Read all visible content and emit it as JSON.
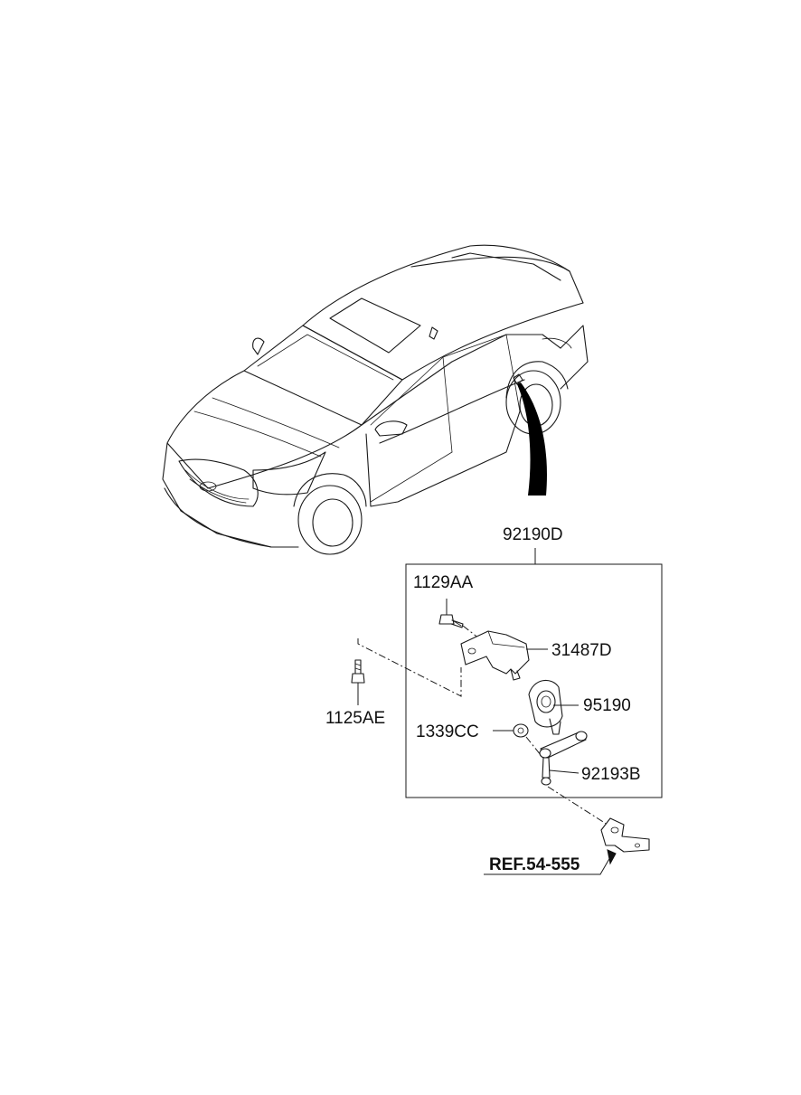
{
  "labels": {
    "assembly": "92190D",
    "bolt_top": "1129AA",
    "bracket": "31487D",
    "bolt_left": "1125AE",
    "sensor": "95190",
    "nut": "1339CC",
    "link": "92193B",
    "reference": "REF.54-555"
  }
}
